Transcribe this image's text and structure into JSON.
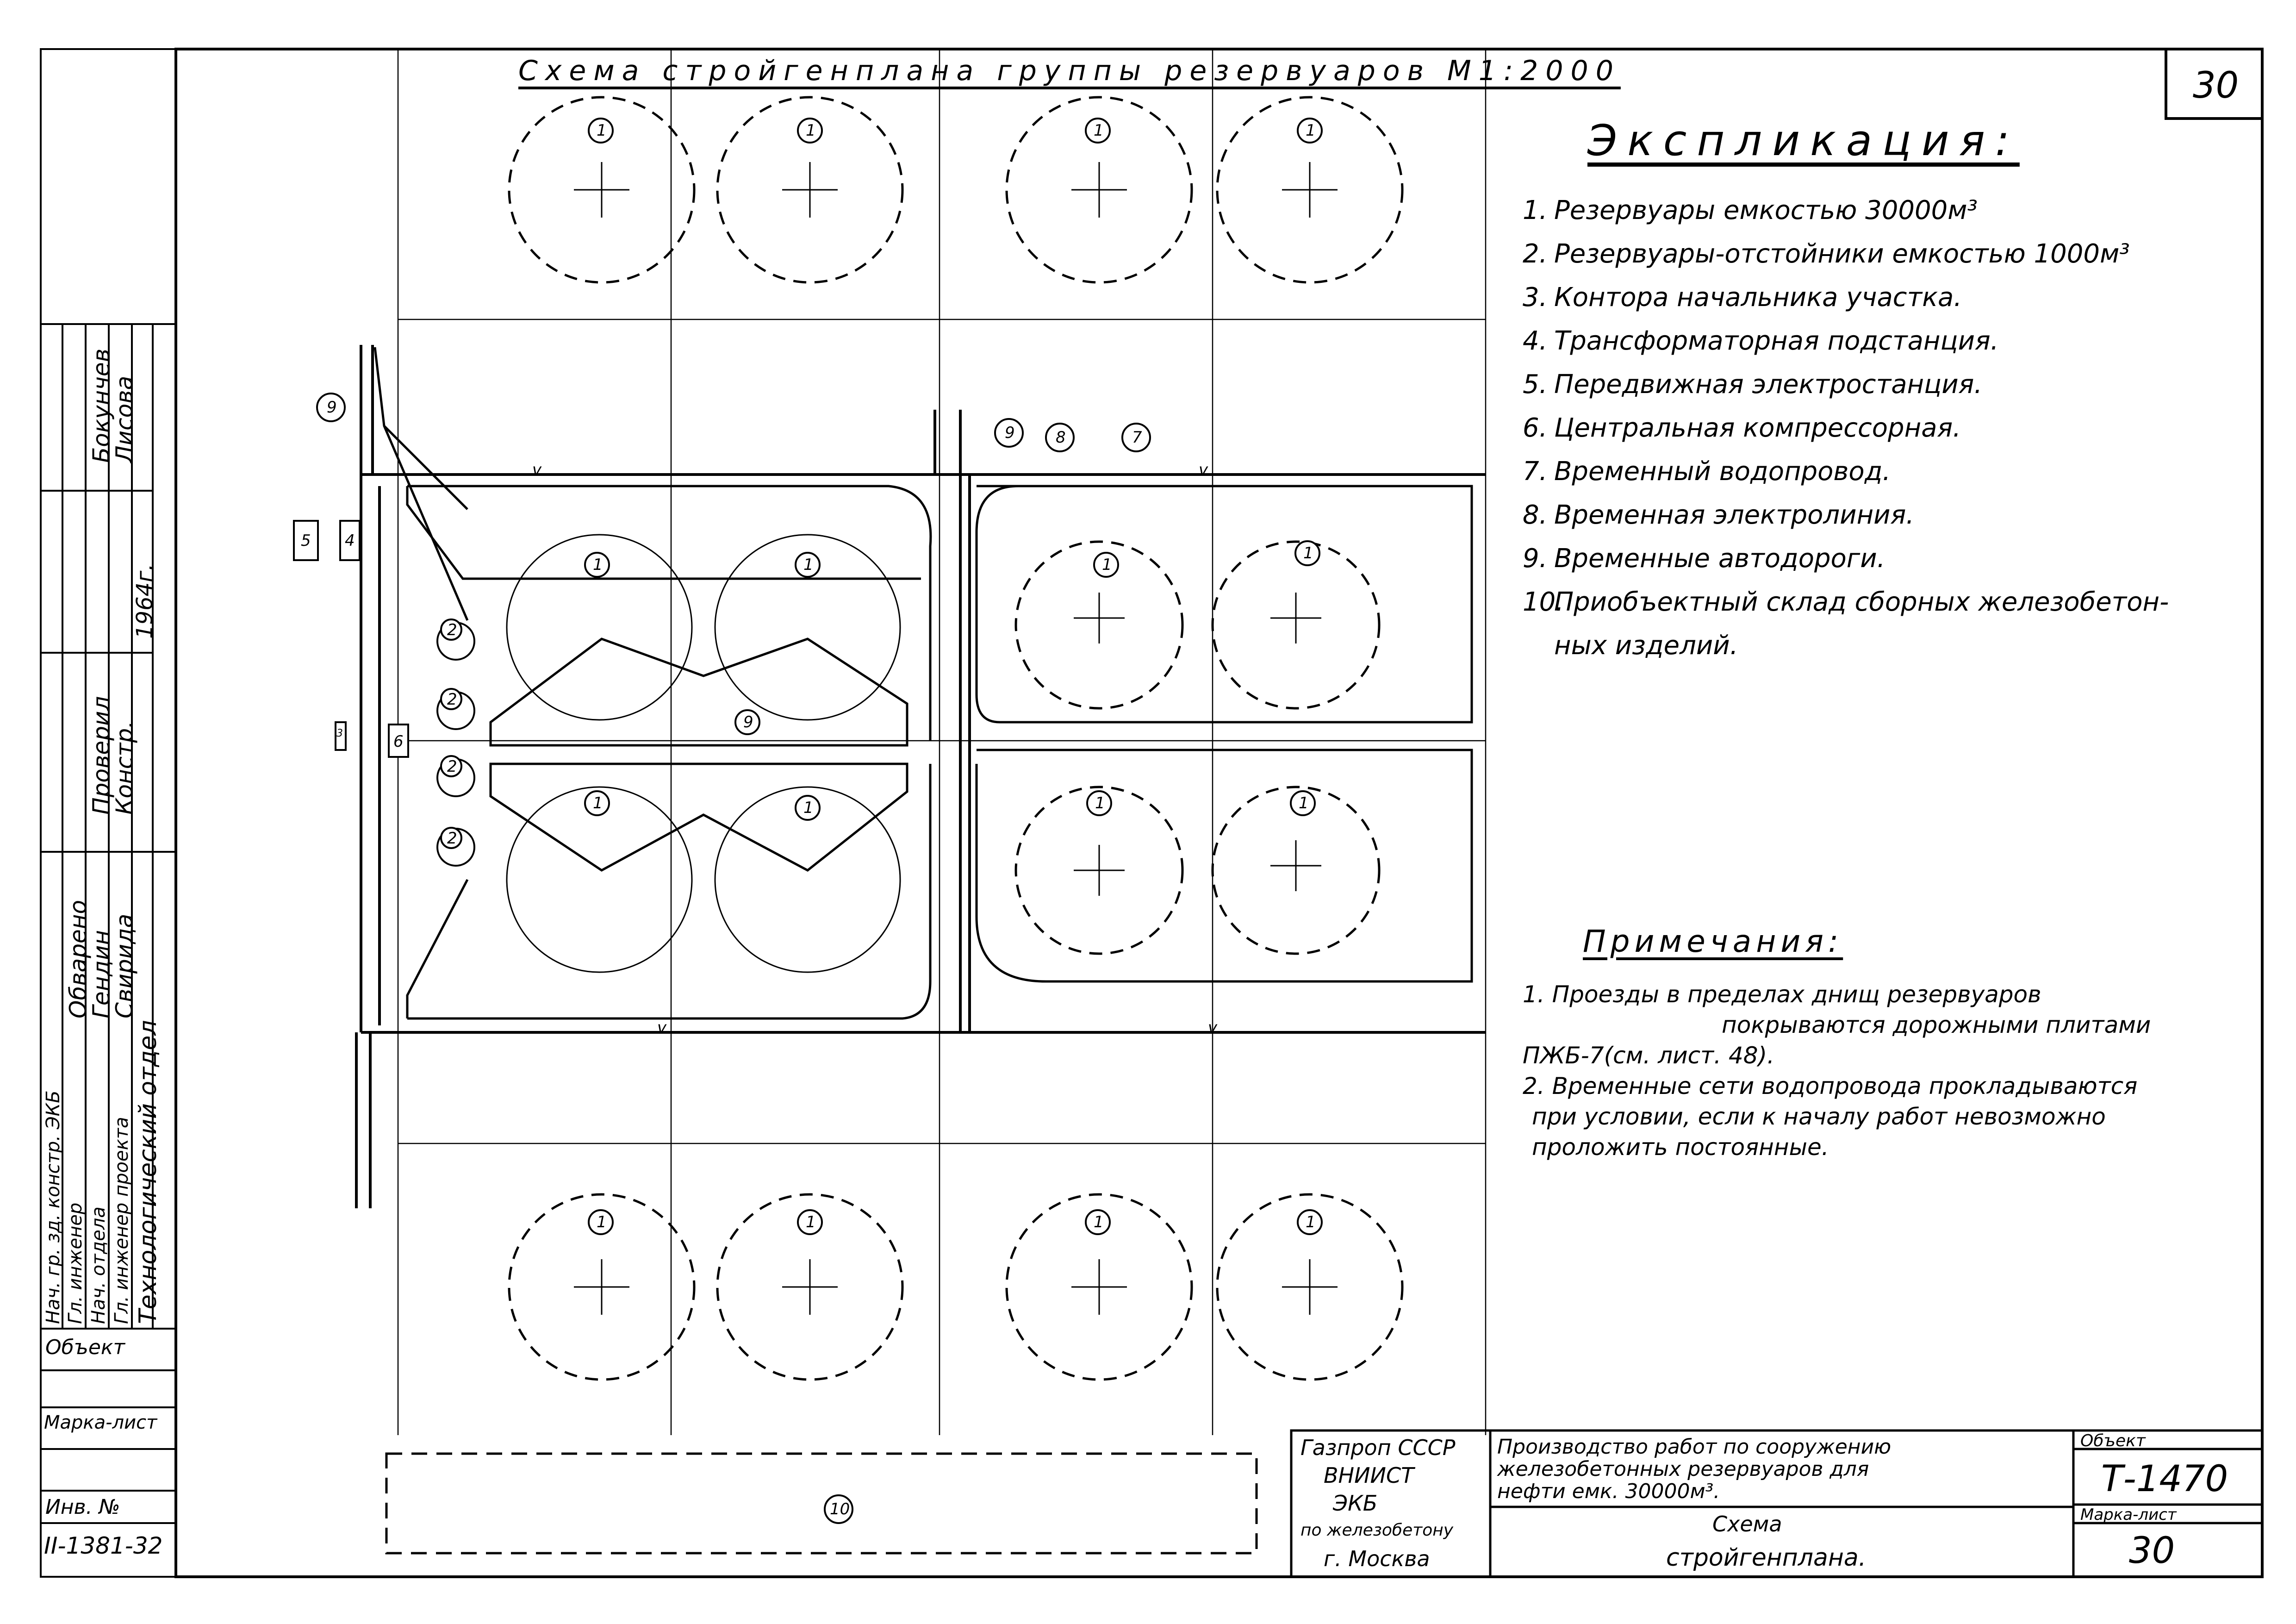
{
  "title": "Схема стройгенплана группы резервуаров M1:2000",
  "sheet_number": "30",
  "explication": {
    "title": "Экспликация:",
    "items": [
      {
        "n": "1.",
        "text": "Резервуары емкостью 30000м³"
      },
      {
        "n": "2.",
        "text": "Резервуары-отстойники емкостью 1000м³"
      },
      {
        "n": "3.",
        "text": "Контора начальника участка."
      },
      {
        "n": "4.",
        "text": "Трансформаторная подстанция."
      },
      {
        "n": "5.",
        "text": "Передвижная электростанция."
      },
      {
        "n": "6.",
        "text": "Центральная компрессорная."
      },
      {
        "n": "7.",
        "text": "Временный водопровод."
      },
      {
        "n": "8.",
        "text": "Временная электролиния."
      },
      {
        "n": "9.",
        "text": "Временные автодороги."
      },
      {
        "n": "10.",
        "text": "Приобъектный склад сборных железобетон-"
      }
    ],
    "item10_cont": "ных изделий."
  },
  "notes": {
    "title": "Примечания:",
    "lines": [
      "1. Проезды в пределах днищ резервуаров",
      "покрываются дорожными плитами",
      "ПЖБ-7(см. лист. 48).",
      "2. Временные сети водопровода прокладываются",
      "при условии, если к началу работ невозможно",
      "проложить постоянные."
    ]
  },
  "plan_labels": {
    "tank": "1",
    "settler": "2",
    "office": "3",
    "substation": "4",
    "powerstation": "5",
    "compressor": "6",
    "water": "7",
    "power_line": "8",
    "roads": "9",
    "warehouse": "10",
    "water_mark": "v"
  },
  "side_stamp": {
    "roles": [
      "Нач. гр. зд. констр. ЭКБ",
      "Гл. инженер",
      "Нач. отдела",
      "Гл. инженер проекта"
    ],
    "col_checked": "Проверил",
    "col_constr": "Констр.",
    "names_top": [
      "Бокунчев",
      "Лисова"
    ],
    "name_obvarenko": "Обварено",
    "name_gendin": "Гендин",
    "name_svirida": "Свирида",
    "year": "1964г.",
    "dept": "Технологический отдел",
    "object_label": "Объект",
    "mark_label": "Марка-лист",
    "inv_label": "Инв. №",
    "inv_value": "II-1381-32"
  },
  "title_block": {
    "org": [
      "Газпроп СССР",
      "ВНИИСТ",
      "ЭКБ",
      "по железобетону",
      "г. Москва"
    ],
    "work": [
      "Производство работ по сооружению",
      "железобетонных резервуаров для",
      "нефти емк. 30000м³."
    ],
    "sheet_title": [
      "Схема",
      "стройгенплана."
    ],
    "object_label": "Объект",
    "object_value": "Т-1470",
    "mark_label": "Марка-лист",
    "mark_value": "30"
  },
  "colors": {
    "ink": "#000000",
    "paper": "#ffffff"
  }
}
